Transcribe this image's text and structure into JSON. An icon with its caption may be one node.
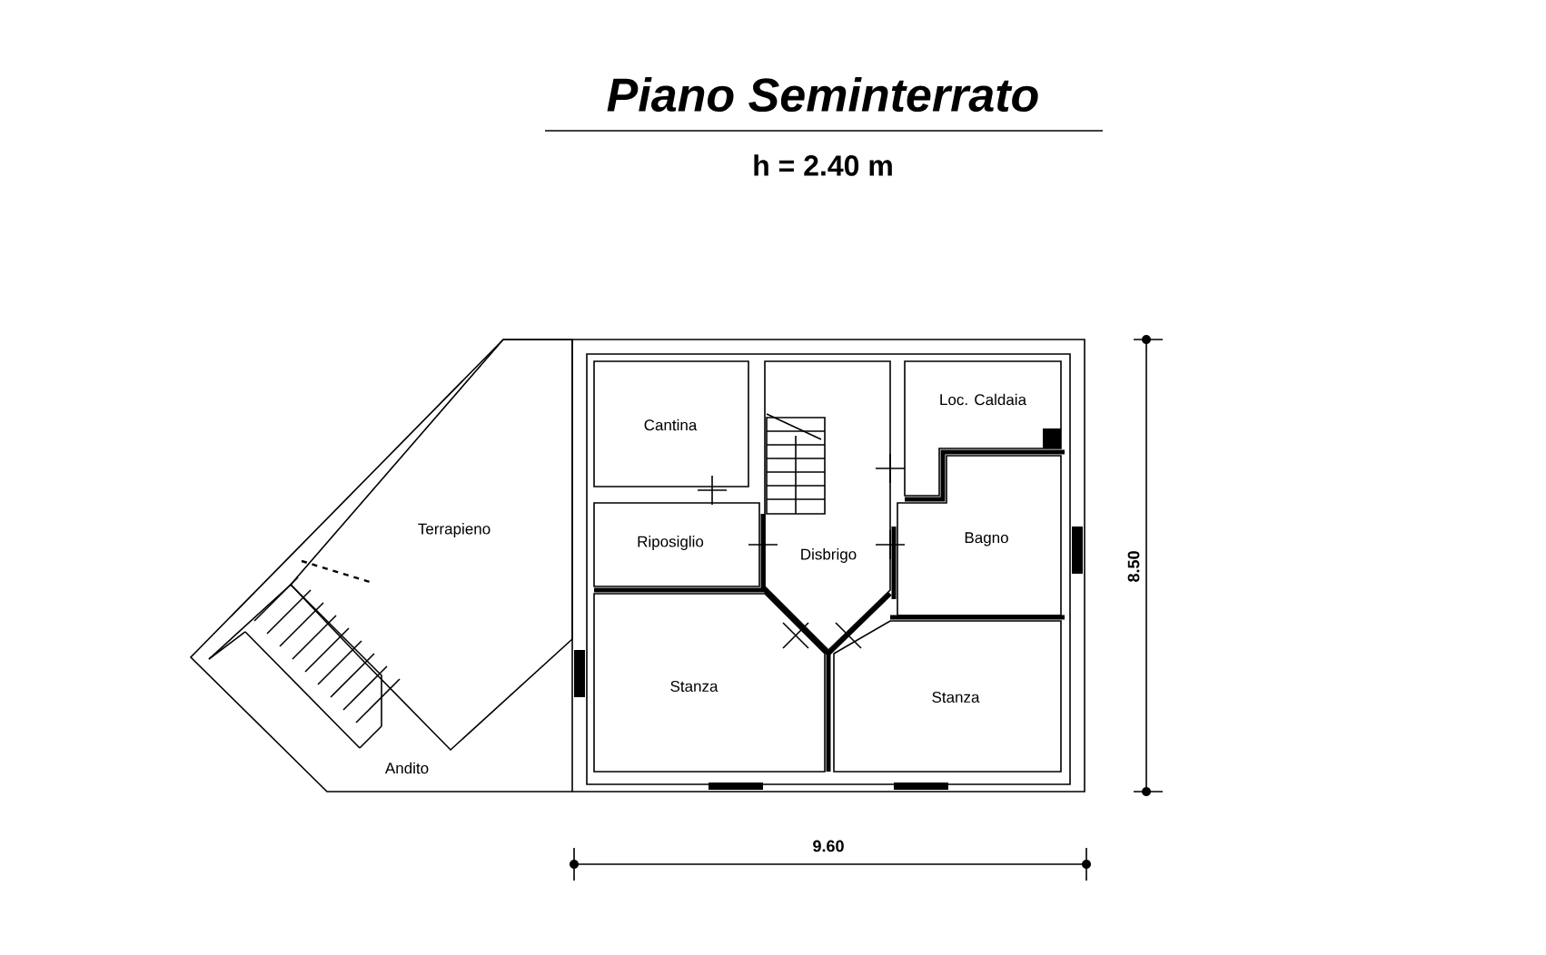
{
  "diagram": {
    "title": "Piano Seminterrato",
    "nodes": [
      {
        "text": [
          "Cantina"
        ]
      },
      {
        "text": [
          "Loc. Caldaia"
        ]
      },
      {
        "text": [
          "Terrapieno"
        ]
      },
      {
        "text": [
          "Riposiglio"
        ]
      },
      {
        "text": [
          "Disbrigo"
        ]
      },
      {
        "text": [
          "Bagno"
        ]
      },
      {
        "text": [
          "Stanza"
        ]
      },
      {
        "text": [
          "Stanza"
        ]
      },
      {
        "text": [
          "Andito"
        ]
      }
    ],
    "labels": [
      "h = 2.40 m",
      "8.50",
      "9.60"
    ]
  }
}
